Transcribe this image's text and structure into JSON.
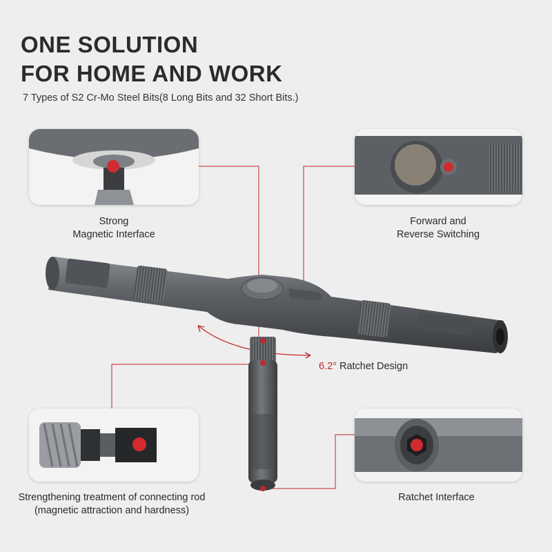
{
  "headline": {
    "line1": "ONE SOLUTION",
    "line2": "FOR HOME AND WORK"
  },
  "subtitle": "7 Types of S2 Cr-Mo Steel Bits(8 Long Bits and 32 Short Bits.)",
  "callouts": {
    "magnetic": {
      "line1": "Strong",
      "line2": "Magnetic Interface"
    },
    "switching": {
      "line1": "Forward and",
      "line2": "Reverse Switching"
    },
    "rod": {
      "line1": "Strengthening treatment of connecting rod",
      "line2": "(magnetic attraction and hardness)"
    },
    "interface": {
      "line1": "Ratchet Interface"
    }
  },
  "ratchet": {
    "degree": "6.2°",
    "text": " Ratchet Design"
  },
  "colors": {
    "accent": "#c0262a",
    "metal": "#5d6064",
    "background": "#eeeeee"
  }
}
